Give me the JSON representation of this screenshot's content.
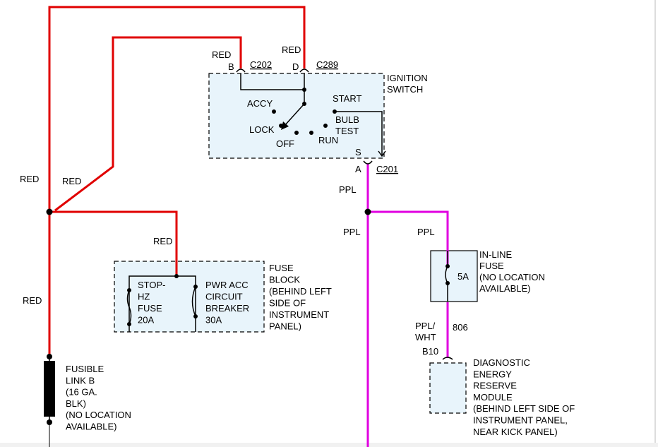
{
  "wire_labels": {
    "red_b": "RED",
    "red_d": "RED",
    "red_left_top": "RED",
    "red_diag": "RED",
    "red_fuse_feed": "RED",
    "red_left_bottom": "RED",
    "ppl_top": "PPL",
    "ppl_left": "PPL",
    "ppl_right": "PPL",
    "ppl_wht": "PPL/\nWHT",
    "circuit_806": "806"
  },
  "connectors": {
    "b_pin": "B",
    "c202": "C202",
    "d_pin": "D",
    "c289": "C289",
    "s_pin": "S",
    "a_pin": "A",
    "c201": "C201",
    "b10": "B10"
  },
  "ignition_switch": {
    "title_lines": [
      "IGNITION",
      "SWITCH"
    ],
    "positions": {
      "accy": "ACCY",
      "lock": "LOCK",
      "off": "OFF",
      "run": "RUN",
      "start": "START",
      "bulb_test_lines": [
        "BULB",
        "TEST"
      ]
    }
  },
  "fuse_block": {
    "title_lines": [
      "FUSE",
      "BLOCK",
      "(BEHIND LEFT",
      "SIDE OF",
      "INSTRUMENT",
      "PANEL)"
    ],
    "stop_hz_fuse_lines": [
      "STOP-",
      "HZ",
      "FUSE",
      "20A"
    ],
    "breaker_lines": [
      "PWR ACC",
      "CIRCUIT",
      "BREAKER",
      "30A"
    ]
  },
  "inline_fuse": {
    "title_lines": [
      "IN-LINE",
      "FUSE",
      "(NO LOCATION",
      "AVAILABLE)"
    ],
    "rating": "5A"
  },
  "derm": {
    "title_lines": [
      "DIAGNOSTIC",
      "ENERGY",
      "RESERVE",
      "MODULE",
      "(BEHIND LEFT SIDE OF",
      "INSTRUMENT PANEL,",
      "NEAR KICK PANEL)"
    ]
  },
  "fusible_link": {
    "title_lines": [
      "FUSIBLE",
      "LINK B",
      "(16 GA.",
      "BLK)",
      "(NO LOCATION",
      "AVAILABLE)"
    ]
  },
  "colors": {
    "red_wire": "#e00000",
    "ppl_wire": "#e000e0",
    "component_fill": "#e8f4fb"
  }
}
